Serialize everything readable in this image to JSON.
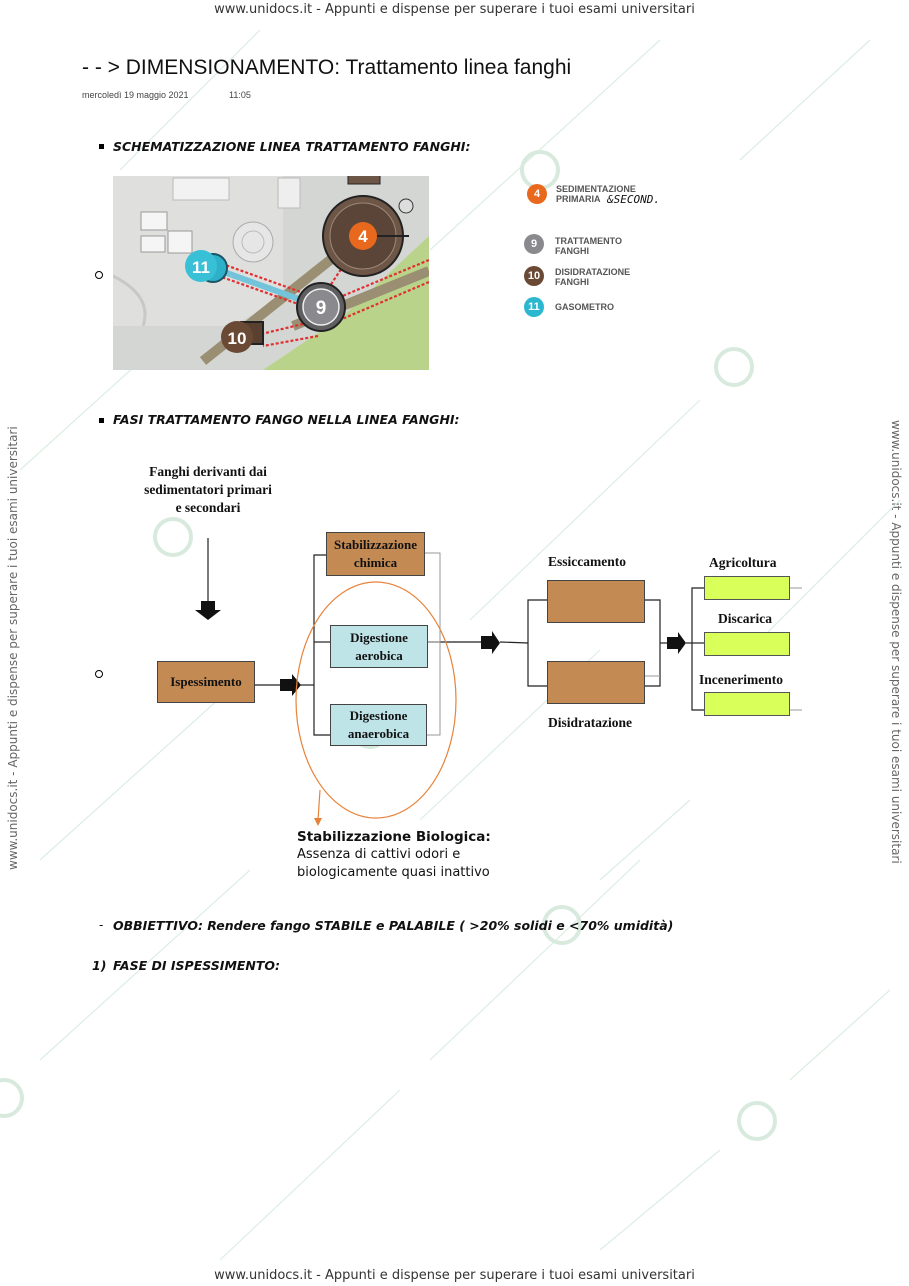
{
  "watermark": {
    "top": "www.unidocs.it - Appunti e dispense per superare i tuoi esami universitari",
    "bottom": "www.unidocs.it - Appunti e dispense per superare i tuoi esami universitari",
    "side_left": "www.unidocs.it - Appunti e dispense per superare i tuoi esami universitari",
    "side_right": "www.unidocs.it - Appunti e dispense per superare i tuoi esami universitari",
    "faint": "www.unidocs.it"
  },
  "page": {
    "title": "- - > DIMENSIONAMENTO: Trattamento linea fanghi",
    "date": "mercoledì 19 maggio 2021",
    "time": "11:05"
  },
  "section1": {
    "heading": "SCHEMATIZZAZIONE LINEA TRATTAMENTO FANGHI:",
    "map_labels": {
      "n4": "4",
      "n9": "9",
      "n10": "10",
      "n11": "11"
    },
    "legend": [
      {
        "num": "4",
        "label": "SEDIMENTAZIONE PRIMARIA",
        "color": "#e8691e"
      },
      {
        "num": "9",
        "label": "TRATTAMENTO FANGHI",
        "color": "#8a8a8e"
      },
      {
        "num": "10",
        "label": "DISIDRATAZIONE FANGHI",
        "color": "#6b4a35"
      },
      {
        "num": "11",
        "label": "GASOMETRO",
        "color": "#2bb7cf"
      }
    ],
    "handwritten": "&SECOND."
  },
  "section2": {
    "heading": "FASI TRATTAMENTO FANGO NELLA LINEA FANGHI:",
    "input_label": "Fanghi derivanti dai sedimentatori primari e secondari",
    "ispessimento": "Ispessimento",
    "stab_chimica": "Stabilizzazione chimica",
    "dig_aerobica": "Digestione aerobica",
    "dig_anaerobica": "Digestione anaerobica",
    "essiccamento": "Essiccamento",
    "disidratazione": "Disidratazione",
    "agricoltura": "Agricoltura",
    "discarica": "Discarica",
    "incenerimento": "Incenerimento",
    "stab_bio_title": "Stabilizzazione Biologica:",
    "stab_bio_line1": "Assenza di cattivi odori e",
    "stab_bio_line2": "biologicamente quasi inattivo"
  },
  "objective": {
    "dash": "-",
    "text": "OBBIETTIVO: Rendere fango STABILE e PALABILE ( >20% solidi e <70% umidità)"
  },
  "phase1": {
    "num": "1)",
    "text": "FASE DI ISPESSIMENTO:"
  }
}
